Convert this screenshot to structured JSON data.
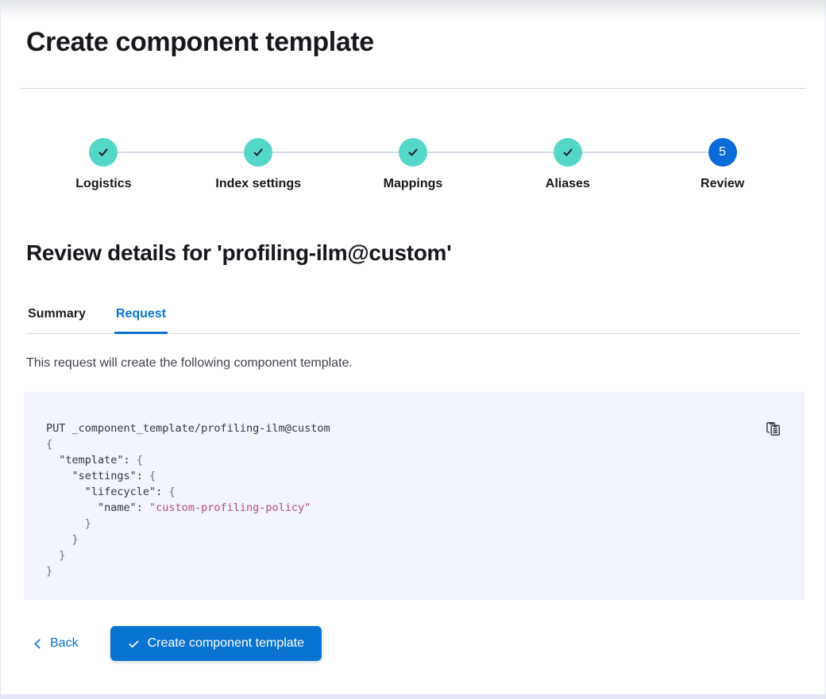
{
  "page": {
    "title": "Create component template"
  },
  "colors": {
    "primary": "#0873d1",
    "step_complete": "#54d7c6",
    "step_current": "#0b6cd8",
    "divider": "#d3dae6",
    "code_background": "#f1f4fa",
    "code_string": "#b5517c"
  },
  "stepper": {
    "steps": [
      {
        "label": "Logistics",
        "status": "complete",
        "icon": "check-icon"
      },
      {
        "label": "Index settings",
        "status": "complete",
        "icon": "check-icon"
      },
      {
        "label": "Mappings",
        "status": "complete",
        "icon": "check-icon"
      },
      {
        "label": "Aliases",
        "status": "complete",
        "icon": "check-icon"
      },
      {
        "label": "Review",
        "status": "current",
        "number": "5"
      }
    ]
  },
  "review": {
    "heading": "Review details for 'profiling-ilm@custom'",
    "tabs": [
      {
        "label": "Summary",
        "selected": false
      },
      {
        "label": "Request",
        "selected": true
      }
    ],
    "description": "This request will create the following component template."
  },
  "code": {
    "lines": [
      [
        {
          "t": "PUT _component_template/profiling-ilm@custom",
          "c": "plain"
        }
      ],
      [
        {
          "t": "{",
          "c": "punct"
        }
      ],
      [
        {
          "t": "  \"template\": ",
          "c": "plain"
        },
        {
          "t": "{",
          "c": "punct"
        }
      ],
      [
        {
          "t": "    \"settings\": ",
          "c": "plain"
        },
        {
          "t": "{",
          "c": "punct"
        }
      ],
      [
        {
          "t": "      \"lifecycle\": ",
          "c": "plain"
        },
        {
          "t": "{",
          "c": "punct"
        }
      ],
      [
        {
          "t": "        \"name\": ",
          "c": "plain"
        },
        {
          "t": "\"custom-profiling-policy\"",
          "c": "string"
        }
      ],
      [
        {
          "t": "      }",
          "c": "punct"
        }
      ],
      [
        {
          "t": "    }",
          "c": "punct"
        }
      ],
      [
        {
          "t": "  }",
          "c": "punct"
        }
      ],
      [
        {
          "t": "}",
          "c": "punct"
        }
      ]
    ]
  },
  "footer": {
    "back_label": "Back",
    "submit_label": "Create component template"
  }
}
